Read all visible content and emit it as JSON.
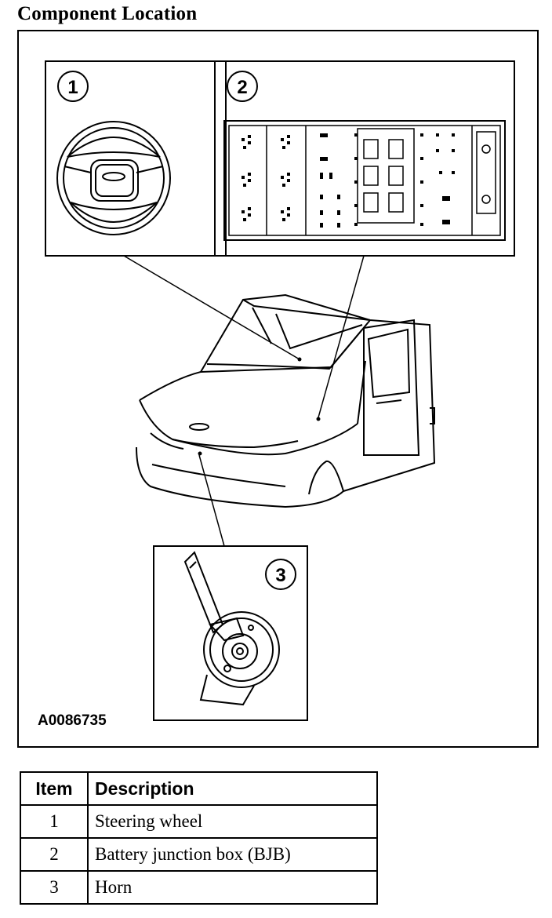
{
  "title": "Component Location",
  "figure": {
    "code": "A0086735",
    "callouts": [
      "1",
      "2",
      "3"
    ]
  },
  "table": {
    "headers": {
      "item": "Item",
      "description": "Description"
    },
    "rows": [
      {
        "item": "1",
        "description": "Steering wheel"
      },
      {
        "item": "2",
        "description": "Battery junction box (BJB)"
      },
      {
        "item": "3",
        "description": "Horn"
      }
    ]
  }
}
